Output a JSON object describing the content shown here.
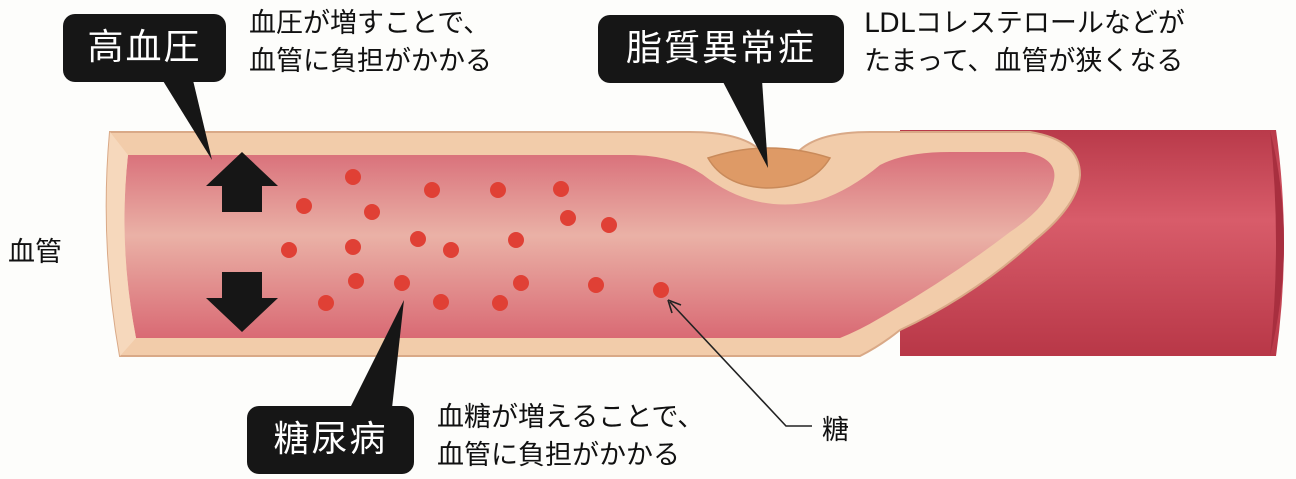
{
  "vessel_label": "血管",
  "hypertension": {
    "title": "高血圧",
    "desc_line1": "血圧が増すことで、",
    "desc_line2": "血管に負担がかかる"
  },
  "dyslipidemia": {
    "title": "脂質異常症",
    "desc_line1": "LDLコレステロールなどが",
    "desc_line2": "たまって、血管が狭くなる"
  },
  "diabetes": {
    "title": "糖尿病",
    "desc_line1": "血糖が増えることで、",
    "desc_line2": "血管に負担がかかる"
  },
  "sugar_label": "糖",
  "colors": {
    "vessel_wall": "#f2ccaa",
    "vessel_wall_edge": "#d9a987",
    "lumen_light": "#ecaaa0",
    "lumen_dark": "#d66670",
    "outer_red": "#c94958",
    "plaque": "#de9a66",
    "sugar_dot": "#e04035",
    "callout": "#161616"
  }
}
